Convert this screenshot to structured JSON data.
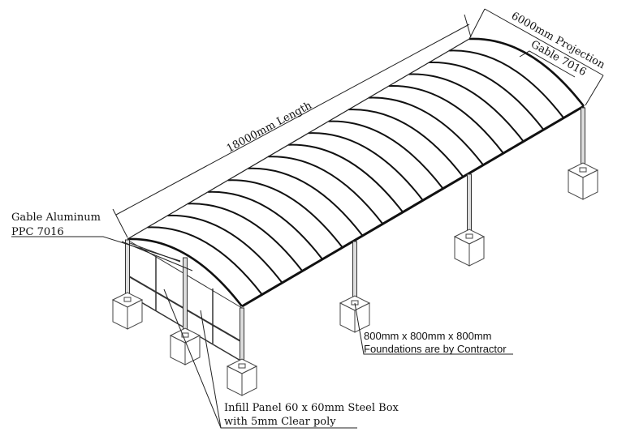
{
  "dimensions": {
    "length": "18000mm Length",
    "projection": "6000mm Projection"
  },
  "labels": {
    "gable_top": "Gable 7016",
    "gable_aluminum_line1": "Gable Aluminum",
    "gable_aluminum_line2": "PPC 7016",
    "foundation_line1": "800mm x 800mm x 800mm",
    "foundation_line2": "Foundations are by Contractor",
    "infill_line1": "Infill Panel 60 x 60mm Steel Box",
    "infill_line2": "with 5mm Clear poly"
  },
  "structure": {
    "rib_count": 18
  }
}
